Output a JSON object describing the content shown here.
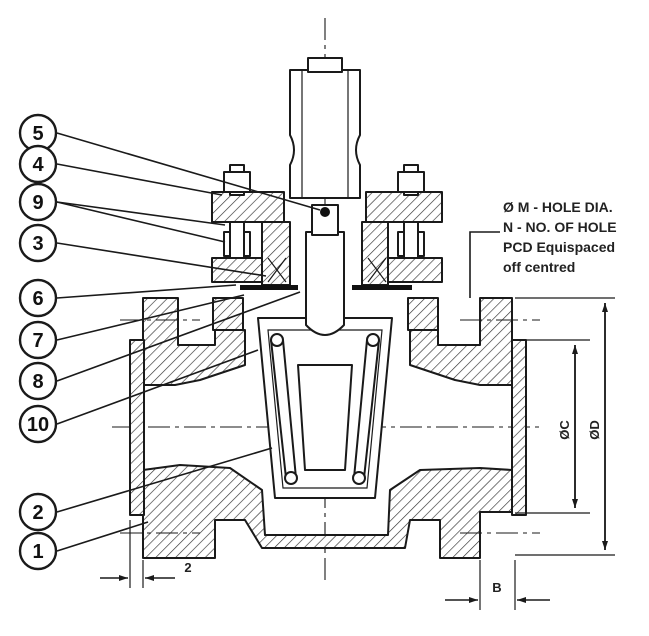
{
  "callouts": {
    "c1": "1",
    "c2": "2",
    "c3": "3",
    "c4": "4",
    "c5": "5",
    "c6": "6",
    "c7": "7",
    "c8": "8",
    "c9": "9",
    "c10": "10"
  },
  "notes": {
    "line1": "Ø M - HOLE DIA.",
    "line2": "N - NO. OF HOLE",
    "line3": "PCD Equispaced",
    "line4": "off centred"
  },
  "dimensions": {
    "c": "ØC",
    "d": "ØD",
    "b": "B",
    "two": "2"
  }
}
